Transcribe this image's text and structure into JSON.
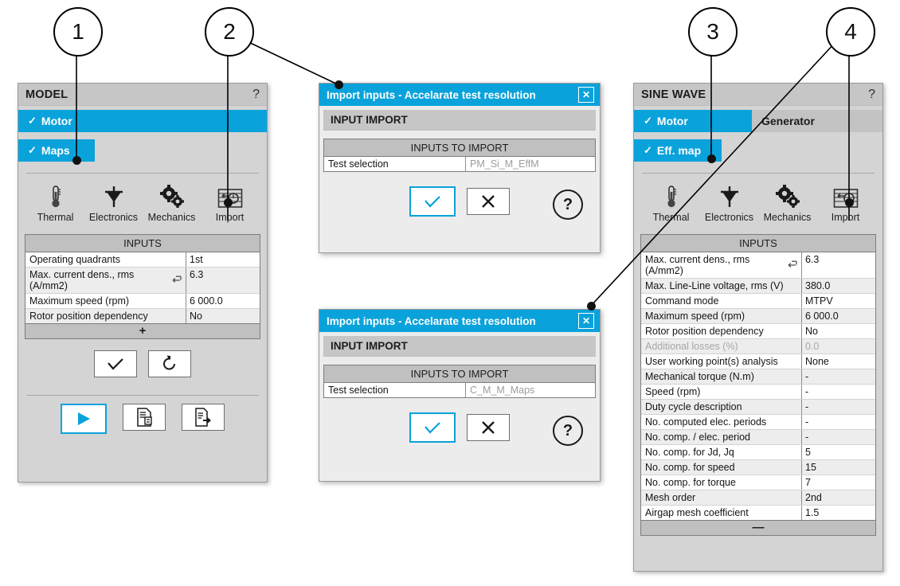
{
  "callouts": [
    {
      "id": "callout-1",
      "label": "1"
    },
    {
      "id": "callout-2",
      "label": "2"
    },
    {
      "id": "callout-3",
      "label": "3"
    },
    {
      "id": "callout-4",
      "label": "4"
    }
  ],
  "colors": {
    "accent_blue": "#0aa2db",
    "panel_bg": "#d4d4d4",
    "header_bg": "#c6c6c6",
    "table_header_bg": "#c0c0c0",
    "row_alt": "#ededed",
    "disabled_text": "#a6a6a6"
  },
  "model_panel": {
    "title": "MODEL",
    "help_label": "?",
    "tabs_row1": [
      {
        "label": "Motor",
        "check": "✓",
        "active": true
      }
    ],
    "tabs_row2": [
      {
        "label": "Maps",
        "check": "✓",
        "active": true
      }
    ],
    "icons": [
      {
        "name": "thermal-icon",
        "label": "Thermal"
      },
      {
        "name": "electronics-icon",
        "label": "Electronics"
      },
      {
        "name": "mechanics-icon",
        "label": "Mechanics"
      },
      {
        "name": "import-icon",
        "label": "Import"
      }
    ],
    "table": {
      "header": "INPUTS",
      "rows": [
        {
          "label": "Operating quadrants",
          "value": "1st",
          "glyph": false,
          "disabled": false
        },
        {
          "label": "Max. current dens., rms (A/mm2)",
          "value": "6.3",
          "glyph": true,
          "disabled": false
        },
        {
          "label": "Maximum speed (rpm)",
          "value": "6 000.0",
          "glyph": false,
          "disabled": false
        },
        {
          "label": "Rotor position dependency",
          "value": "No",
          "glyph": false,
          "disabled": false
        }
      ],
      "footer": "+"
    },
    "actions": [
      {
        "name": "validate-button",
        "glyph": "check"
      },
      {
        "name": "reset-button",
        "glyph": "reset"
      }
    ],
    "bottom_actions": [
      {
        "name": "run-button",
        "glyph": "play",
        "accent": true
      },
      {
        "name": "report-button",
        "glyph": "report",
        "accent": false
      },
      {
        "name": "export-button",
        "glyph": "export",
        "accent": false
      }
    ]
  },
  "dialog_1": {
    "title": "Import inputs - Accelarate test resolution",
    "close_label": "✕",
    "section": "INPUT IMPORT",
    "table": {
      "header": "INPUTS TO IMPORT",
      "rows": [
        {
          "label": "Test selection",
          "value": "PM_Si_M_EffM"
        }
      ]
    },
    "buttons": [
      {
        "name": "dialog-ok-button",
        "glyph": "check",
        "accent": true
      },
      {
        "name": "dialog-cancel-button",
        "glyph": "cross",
        "accent": false
      }
    ],
    "help_label": "?"
  },
  "dialog_2": {
    "title": "Import inputs - Accelarate test resolution",
    "close_label": "✕",
    "section": "INPUT IMPORT",
    "table": {
      "header": "INPUTS TO IMPORT",
      "rows": [
        {
          "label": "Test selection",
          "value": "C_M_M_Maps"
        }
      ]
    },
    "buttons": [
      {
        "name": "dialog-ok-button",
        "glyph": "check",
        "accent": true
      },
      {
        "name": "dialog-cancel-button",
        "glyph": "cross",
        "accent": false
      }
    ],
    "help_label": "?"
  },
  "sine_panel": {
    "title": "SINE WAVE",
    "help_label": "?",
    "tabs_row1": [
      {
        "label": "Motor",
        "check": "✓",
        "active": true
      },
      {
        "label": "Generator",
        "check": "",
        "active": false
      }
    ],
    "tabs_row2": [
      {
        "label": "Eff. map",
        "check": "✓",
        "active": true
      }
    ],
    "icons": [
      {
        "name": "thermal-icon",
        "label": "Thermal"
      },
      {
        "name": "electronics-icon",
        "label": "Electronics"
      },
      {
        "name": "mechanics-icon",
        "label": "Mechanics"
      },
      {
        "name": "import-icon",
        "label": "Import"
      }
    ],
    "table": {
      "header": "INPUTS",
      "rows": [
        {
          "label": "Max. current dens., rms (A/mm2)",
          "value": "6.3",
          "glyph": true,
          "disabled": false
        },
        {
          "label": "Max. Line-Line voltage, rms (V)",
          "value": "380.0",
          "glyph": false,
          "disabled": false
        },
        {
          "label": "Command mode",
          "value": "MTPV",
          "glyph": false,
          "disabled": false
        },
        {
          "label": "Maximum speed (rpm)",
          "value": "6 000.0",
          "glyph": false,
          "disabled": false
        },
        {
          "label": "Rotor position dependency",
          "value": "No",
          "glyph": false,
          "disabled": false
        },
        {
          "label": "Additional losses (%)",
          "value": "0.0",
          "glyph": false,
          "disabled": true
        },
        {
          "label": "User working point(s) analysis",
          "value": "None",
          "glyph": false,
          "disabled": false
        },
        {
          "label": "Mechanical torque (N.m)",
          "value": "-",
          "glyph": false,
          "disabled": false
        },
        {
          "label": "Speed (rpm)",
          "value": "-",
          "glyph": false,
          "disabled": false
        },
        {
          "label": "Duty cycle description",
          "value": "-",
          "glyph": false,
          "disabled": false
        },
        {
          "label": "No. computed elec. periods",
          "value": "-",
          "glyph": false,
          "disabled": false
        },
        {
          "label": "No. comp. / elec. period",
          "value": "-",
          "glyph": false,
          "disabled": false
        },
        {
          "label": "No. comp. for Jd, Jq",
          "value": "5",
          "glyph": false,
          "disabled": false
        },
        {
          "label": "No. comp. for speed",
          "value": "15",
          "glyph": false,
          "disabled": false
        },
        {
          "label": "No. comp. for torque",
          "value": "7",
          "glyph": false,
          "disabled": false
        },
        {
          "label": "Mesh order",
          "value": "2nd",
          "glyph": false,
          "disabled": false
        },
        {
          "label": "Airgap mesh coefficient",
          "value": "1.5",
          "glyph": false,
          "disabled": false
        }
      ],
      "footer": "—"
    }
  }
}
